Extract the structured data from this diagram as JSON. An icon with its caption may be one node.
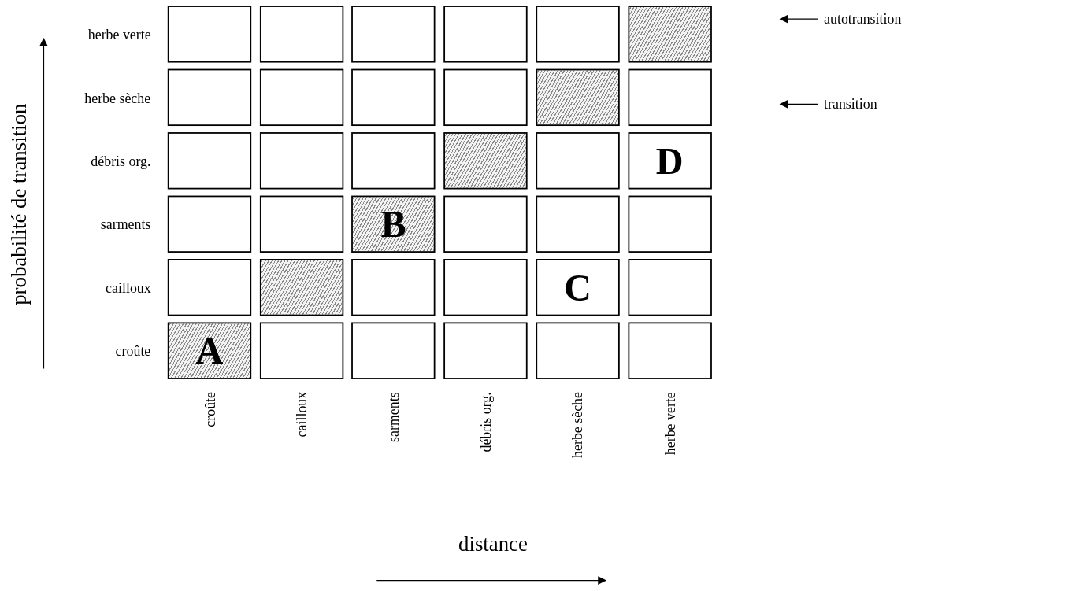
{
  "diagram": {
    "nodes": [
      {
        "text": [],
        "shape": "box"
      },
      {
        "text": [],
        "shape": "box"
      },
      {
        "text": [],
        "shape": "box"
      },
      {
        "text": [],
        "shape": "box"
      },
      {
        "text": [],
        "shape": "box"
      },
      {
        "text": [],
        "shape": "box"
      },
      {
        "text": [],
        "shape": "box"
      },
      {
        "text": [],
        "shape": "box"
      },
      {
        "text": [],
        "shape": "box"
      },
      {
        "text": [],
        "shape": "box"
      },
      {
        "text": [],
        "shape": "box"
      },
      {
        "text": [],
        "shape": "box"
      },
      {
        "text": [],
        "shape": "box"
      },
      {
        "text": [],
        "shape": "box"
      },
      {
        "text": [],
        "shape": "box"
      },
      {
        "text": [],
        "shape": "box"
      },
      {
        "text": [],
        "shape": "box"
      },
      {
        "text": [
          "D"
        ]
      },
      {
        "text": [],
        "shape": "box"
      },
      {
        "text": [],
        "shape": "box"
      },
      {
        "text": [
          "B"
        ]
      },
      {
        "text": [],
        "shape": "box"
      },
      {
        "text": [],
        "shape": "box"
      },
      {
        "text": [],
        "shape": "box"
      },
      {
        "text": [],
        "shape": "box"
      },
      {
        "text": [],
        "shape": "box"
      },
      {
        "text": [],
        "shape": "box"
      },
      {
        "text": [],
        "shape": "box"
      },
      {
        "text": [
          "C"
        ]
      },
      {
        "text": [],
        "shape": "box"
      },
      {
        "text": [
          "A"
        ]
      },
      {
        "text": [],
        "shape": "box"
      },
      {
        "text": [],
        "shape": "box"
      },
      {
        "text": [],
        "shape": "box"
      },
      {
        "text": [],
        "shape": "box"
      },
      {
        "text": [],
        "shape": "box"
      },
      {
        "text": [
          "autotransition"
        ]
      },
      {
        "text": [
          "transition"
        ]
      }
    ],
    "edges": [
      {
        "from": 36,
        "to": null,
        "arrow": "to"
      },
      {
        "from": 37,
        "to": null,
        "arrow": "to"
      }
    ],
    "labels": [
      "probabilité de transition",
      "herbe verte",
      "herbe sèche",
      "débris org.",
      "sarments",
      "cailloux",
      "croûte",
      "croûte",
      "cailloux",
      "sarments",
      "débris org.",
      "herbe sèche",
      "herbe verte",
      "distance"
    ]
  }
}
